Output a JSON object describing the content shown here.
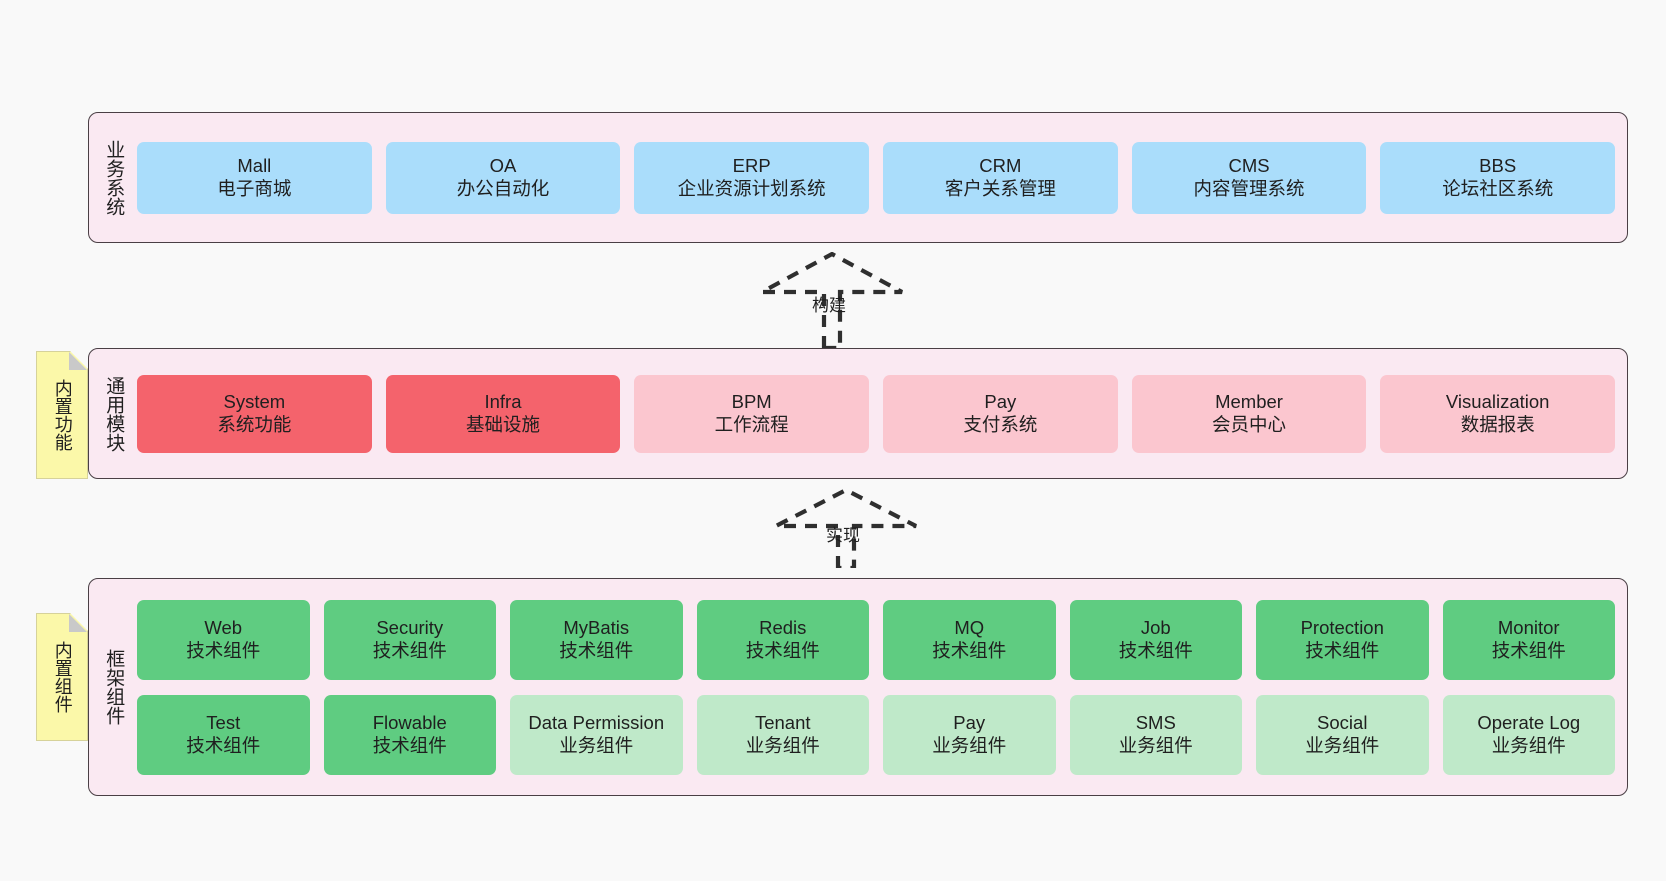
{
  "diagram": {
    "background_color": "#f9f9f9",
    "layer_fill": "#fae9f2",
    "layer_border": "#4a3f45",
    "note_fill": "#fbf8a9"
  },
  "layers": [
    {
      "id": "business",
      "title": "业务系统",
      "accent": "#aaddfb",
      "rows": [
        [
          {
            "name": "Mall",
            "desc": "电子商城",
            "style": "c-blue"
          },
          {
            "name": "OA",
            "desc": "办公自动化",
            "style": "c-blue"
          },
          {
            "name": "ERP",
            "desc": "企业资源计划系统",
            "style": "c-blue"
          },
          {
            "name": "CRM",
            "desc": "客户关系管理",
            "style": "c-blue"
          },
          {
            "name": "CMS",
            "desc": "内容管理系统",
            "style": "c-blue"
          },
          {
            "name": "BBS",
            "desc": "论坛社区系统",
            "style": "c-blue"
          }
        ]
      ]
    },
    {
      "id": "common",
      "title": "通用模块",
      "accent": "#f4636c",
      "note": "内置功能",
      "rows": [
        [
          {
            "name": "System",
            "desc": "系统功能",
            "style": "c-red"
          },
          {
            "name": "Infra",
            "desc": "基础设施",
            "style": "c-red"
          },
          {
            "name": "BPM",
            "desc": "工作流程",
            "style": "c-pink"
          },
          {
            "name": "Pay",
            "desc": "支付系统",
            "style": "c-pink"
          },
          {
            "name": "Member",
            "desc": "会员中心",
            "style": "c-pink"
          },
          {
            "name": "Visualization",
            "desc": "数据报表",
            "style": "c-pink"
          }
        ]
      ]
    },
    {
      "id": "framework",
      "title": "框架组件",
      "accent": "#5fcc81",
      "note": "内置组件",
      "rows": [
        [
          {
            "name": "Web",
            "desc": "技术组件",
            "style": "c-green"
          },
          {
            "name": "Security",
            "desc": "技术组件",
            "style": "c-green"
          },
          {
            "name": "MyBatis",
            "desc": "技术组件",
            "style": "c-green"
          },
          {
            "name": "Redis",
            "desc": "技术组件",
            "style": "c-green"
          },
          {
            "name": "MQ",
            "desc": "技术组件",
            "style": "c-green"
          },
          {
            "name": "Job",
            "desc": "技术组件",
            "style": "c-green"
          },
          {
            "name": "Protection",
            "desc": "技术组件",
            "style": "c-green"
          },
          {
            "name": "Monitor",
            "desc": "技术组件",
            "style": "c-green"
          }
        ],
        [
          {
            "name": "Test",
            "desc": "技术组件",
            "style": "c-green"
          },
          {
            "name": "Flowable",
            "desc": "技术组件",
            "style": "c-green"
          },
          {
            "name": "Data Permission",
            "desc": "业务组件",
            "style": "c-lightgreen"
          },
          {
            "name": "Tenant",
            "desc": "业务组件",
            "style": "c-lightgreen"
          },
          {
            "name": "Pay",
            "desc": "业务组件",
            "style": "c-lightgreen"
          },
          {
            "name": "SMS",
            "desc": "业务组件",
            "style": "c-lightgreen"
          },
          {
            "name": "Social",
            "desc": "业务组件",
            "style": "c-lightgreen"
          },
          {
            "name": "Operate Log",
            "desc": "业务组件",
            "style": "c-lightgreen"
          }
        ]
      ]
    }
  ],
  "connectors": [
    {
      "id": "build",
      "label": "构建",
      "from": "common",
      "to": "business"
    },
    {
      "id": "impl",
      "label": "实现",
      "from": "framework",
      "to": "common"
    }
  ]
}
